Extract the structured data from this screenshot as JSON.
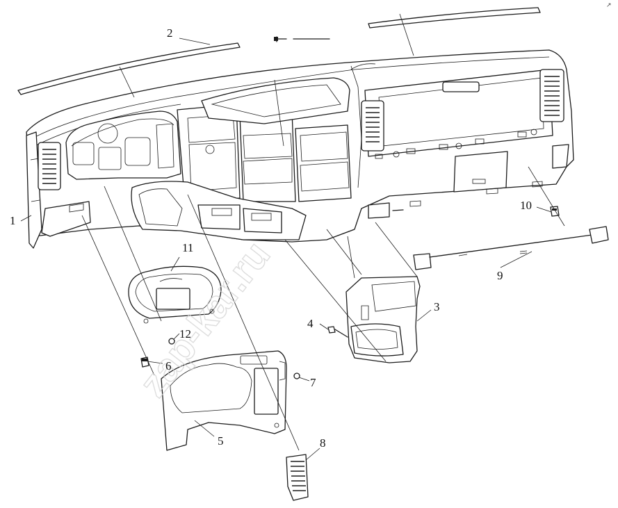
{
  "watermark": "zap-kar.ru",
  "corner_mark": "↗",
  "callouts": [
    {
      "id": "1",
      "label": "1"
    },
    {
      "id": "2",
      "label": "2"
    },
    {
      "id": "3",
      "label": "3"
    },
    {
      "id": "4",
      "label": "4"
    },
    {
      "id": "5",
      "label": "5"
    },
    {
      "id": "6",
      "label": "6"
    },
    {
      "id": "7",
      "label": "7"
    },
    {
      "id": "8",
      "label": "8"
    },
    {
      "id": "9",
      "label": "9"
    },
    {
      "id": "10",
      "label": "10"
    },
    {
      "id": "11",
      "label": "11"
    },
    {
      "id": "12",
      "label": "12"
    }
  ],
  "colors": {
    "line": "#1a1a1a",
    "background": "#ffffff",
    "watermark": "#d2d2d2"
  }
}
